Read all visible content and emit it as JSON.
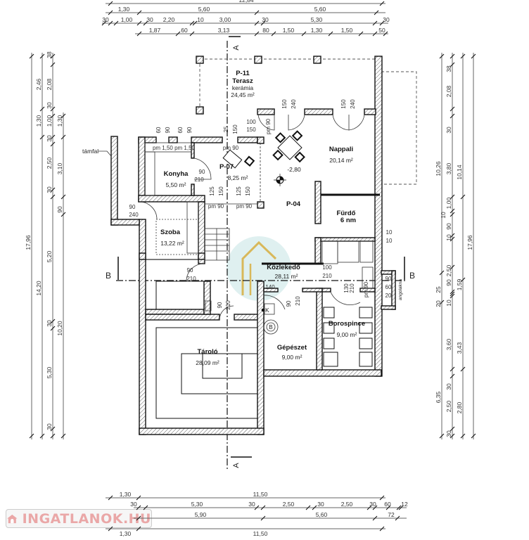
{
  "rooms": {
    "terasz": {
      "code": "P-11",
      "name": "Terasz",
      "material": "kerámia",
      "area": "24,45 m²"
    },
    "nappali": {
      "name": "Nappali",
      "area": "20,14 m²"
    },
    "konyha": {
      "name": "Konyha",
      "area": "5,50 m²"
    },
    "p07": {
      "code": "P-07",
      "area": "8,25 m²"
    },
    "p04": {
      "code": "P-04"
    },
    "furdo": {
      "name": "Fürdő",
      "area": "6 nm"
    },
    "szoba": {
      "name": "Szoba",
      "area": "13,22 m²"
    },
    "kozlekedo": {
      "name": "Közlekedő",
      "area": "28,11 m²"
    },
    "borospince": {
      "name": "Borospince",
      "area": "9,00 m²"
    },
    "gepeszet": {
      "name": "Gépészet",
      "area": "9,00 m²"
    },
    "tarolo": {
      "name": "Tároló",
      "area": "28,09 m²"
    }
  },
  "annotations": {
    "tamfal": "támfal",
    "section_a_top": "A",
    "section_a_bottom": "A",
    "section_b_left": "B",
    "section_b_right": "B",
    "level": "-2,80",
    "k_mark": "K",
    "b_mark": "B",
    "angolakna": "angolakna"
  },
  "openings": {
    "konyha_door": [
      "90",
      "210"
    ],
    "p07_window": [
      "100",
      "150"
    ],
    "pm90_a": "pm 90",
    "p07_25": "25",
    "p07_150": "150",
    "kitchen_windows": [
      "60",
      "90",
      "60",
      "90"
    ],
    "pm150": "pm 1,50 pm 1,50",
    "pm90_b": "pm 90",
    "mid_windows": [
      "125",
      "150",
      "125",
      "150"
    ],
    "pm90_c": "pm 90",
    "pm90_d": "pm 90",
    "entry_door": [
      "90",
      "240"
    ],
    "szoba_door": [
      "90",
      "210"
    ],
    "kozl_door": [
      "100",
      "210"
    ],
    "kozl_140": "140",
    "gep_door": [
      "90",
      "210"
    ],
    "tarolo_door": [
      "90",
      "210"
    ],
    "boros_door": [
      "130",
      "210"
    ],
    "pm90_e": "pm 90",
    "angol": [
      "90",
      "60",
      "20"
    ],
    "furdo_10": [
      "10",
      "10"
    ],
    "terrace_door1": [
      "150",
      "240"
    ],
    "terrace_door2": [
      "150",
      "240"
    ]
  },
  "dimensions": {
    "top": {
      "row1": [
        "12,84"
      ],
      "row2": [
        "1,30",
        "5,60",
        "5,60"
      ],
      "row3": [
        "30",
        "1,00",
        "30",
        "2,20",
        "10",
        "3,00",
        "30",
        "5,30",
        "30"
      ],
      "row4": [
        "1,87",
        "60",
        "3,13",
        "80",
        "1,50",
        "1,30",
        "1,50",
        "50"
      ]
    },
    "left": {
      "col1": [
        "17,96"
      ],
      "col2": [
        "2,46",
        "1,30",
        "14,20"
      ],
      "col3": [
        "38",
        "2,08",
        "30",
        "1,00",
        "30",
        "2,50",
        "30",
        "5,20",
        "30",
        "5,30",
        "30"
      ],
      "col4": [
        "1,30",
        "3,10",
        "90",
        "10,20"
      ]
    },
    "right": {
      "col1": [
        "10,26",
        "25",
        "20",
        "6,35"
      ],
      "col2": [
        "38",
        "2,08",
        "30",
        "3,80",
        "1,00",
        "10",
        "90",
        "10",
        "2,50",
        "90",
        "10",
        "3,60",
        "30",
        "2,50",
        "30"
      ],
      "col3": [
        "10,14",
        "1,59",
        "3,43",
        "2,80"
      ],
      "col4": [
        "17,96"
      ]
    },
    "bottom": {
      "row1": [
        "1,30",
        "11,50"
      ],
      "row2": [
        "30",
        "5,30",
        "30",
        "2,50",
        "30",
        "2,50",
        "30",
        "60",
        "12"
      ],
      "row3": [
        "5,90",
        "5,60",
        "72"
      ],
      "row4": [
        "1,30",
        "11,50"
      ]
    }
  },
  "watermark": {
    "text": "INGATLANOK.HU",
    "color": "#eaa7a7"
  }
}
